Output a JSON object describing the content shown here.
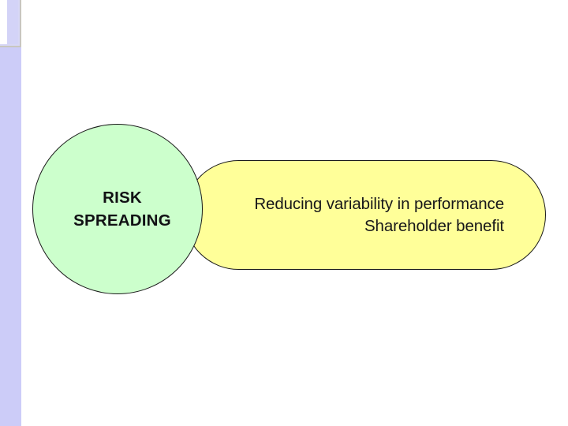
{
  "slide": {
    "background_color": "#ffffff",
    "accent": {
      "name": "left-accent-bar",
      "color": "#ccccf8",
      "top_box_color": "#d7d7f6",
      "border_color": "#c8c6c0"
    },
    "shapes": [
      {
        "id": "risk-spreading-circle",
        "type": "circle",
        "label": "RISK\nSPREADING",
        "fill": "#ccffcc",
        "outline": "#1a1a1a",
        "text_color": "#111114",
        "bold": true,
        "align": "center"
      },
      {
        "id": "benefit-capsule",
        "type": "rounded-rectangle",
        "label": "Reducing variability in performance\nShareholder benefit",
        "fill": "#ffff99",
        "outline": "#1a1a1a",
        "text_color": "#17171a",
        "bold": false,
        "align": "right"
      }
    ]
  }
}
